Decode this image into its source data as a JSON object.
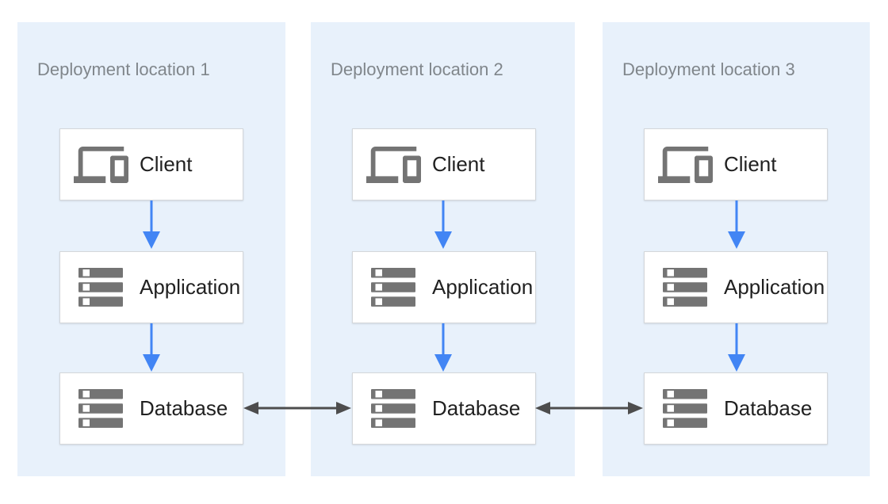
{
  "panels": [
    {
      "title": "Deployment location 1",
      "nodes": [
        {
          "label": "Client",
          "icon": "devices-icon"
        },
        {
          "label": "Application",
          "icon": "server-stack-icon"
        },
        {
          "label": "Database",
          "icon": "server-stack-icon"
        }
      ]
    },
    {
      "title": "Deployment location 2",
      "nodes": [
        {
          "label": "Client",
          "icon": "devices-icon"
        },
        {
          "label": "Application",
          "icon": "server-stack-icon"
        },
        {
          "label": "Database",
          "icon": "server-stack-icon"
        }
      ]
    },
    {
      "title": "Deployment location 3",
      "nodes": [
        {
          "label": "Client",
          "icon": "devices-icon"
        },
        {
          "label": "Application",
          "icon": "server-stack-icon"
        },
        {
          "label": "Database",
          "icon": "server-stack-icon"
        }
      ]
    }
  ],
  "arrows": {
    "flow_per_location": [
      {
        "from": "Client",
        "to": "Application",
        "direction": "down"
      },
      {
        "from": "Application",
        "to": "Database",
        "direction": "down"
      }
    ],
    "replication": [
      {
        "from": "Database (location 1)",
        "to": "Database (location 2)",
        "bidirectional": true
      },
      {
        "from": "Database (location 2)",
        "to": "Database (location 3)",
        "bidirectional": true
      }
    ]
  },
  "colors": {
    "panel_bg": "#E8F1FB",
    "box_bg": "#FFFFFF",
    "box_border": "#D4D7DA",
    "flow_arrow_blue": "#4285F4",
    "replication_arrow_gray": "#4D4D4D",
    "icon_gray": "#747474",
    "title_gray": "#80868B",
    "label_color": "#212121"
  }
}
